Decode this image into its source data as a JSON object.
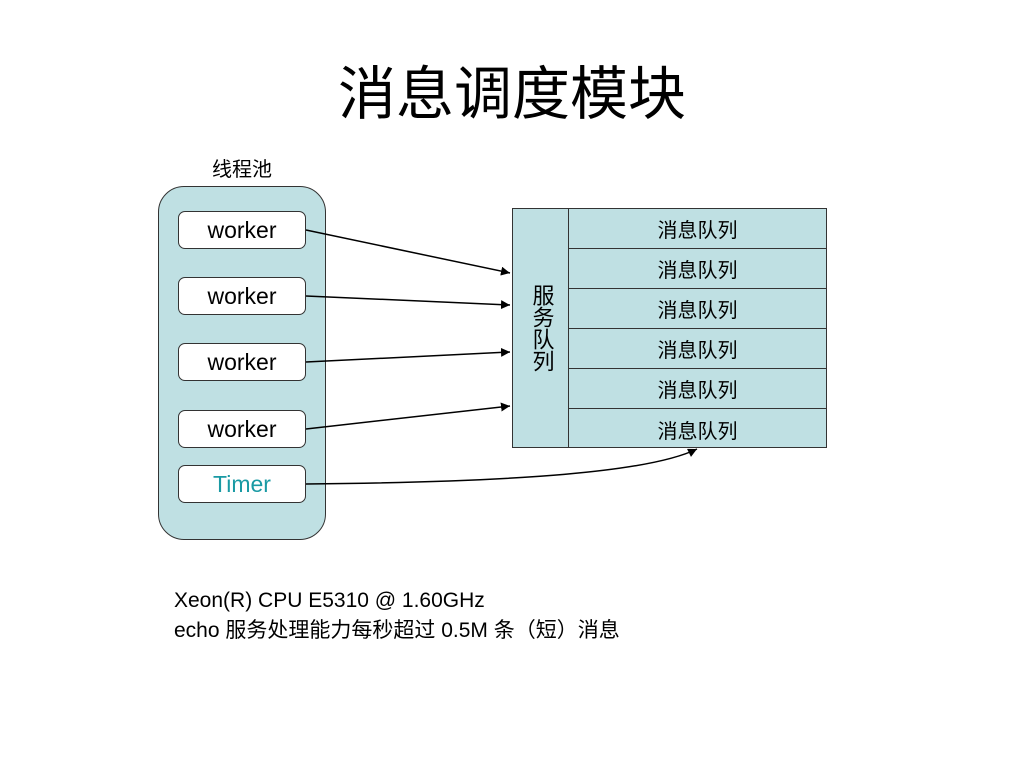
{
  "title": "消息调度模块",
  "thread_pool": {
    "label": "线程池",
    "workers": [
      "worker",
      "worker",
      "worker",
      "worker"
    ],
    "timer": "Timer"
  },
  "service_queue": {
    "label": "服务队列"
  },
  "message_queues": [
    "消息队列",
    "消息队列",
    "消息队列",
    "消息队列",
    "消息队列",
    "消息队列"
  ],
  "info": {
    "line1": "Xeon(R) CPU  E5310  @ 1.60GHz",
    "line2": "echo 服务处理能力每秒超过 0.5M 条（短）消息"
  },
  "colors": {
    "box_fill": "#bfe0e3",
    "timer_text": "#1a9aa4"
  }
}
